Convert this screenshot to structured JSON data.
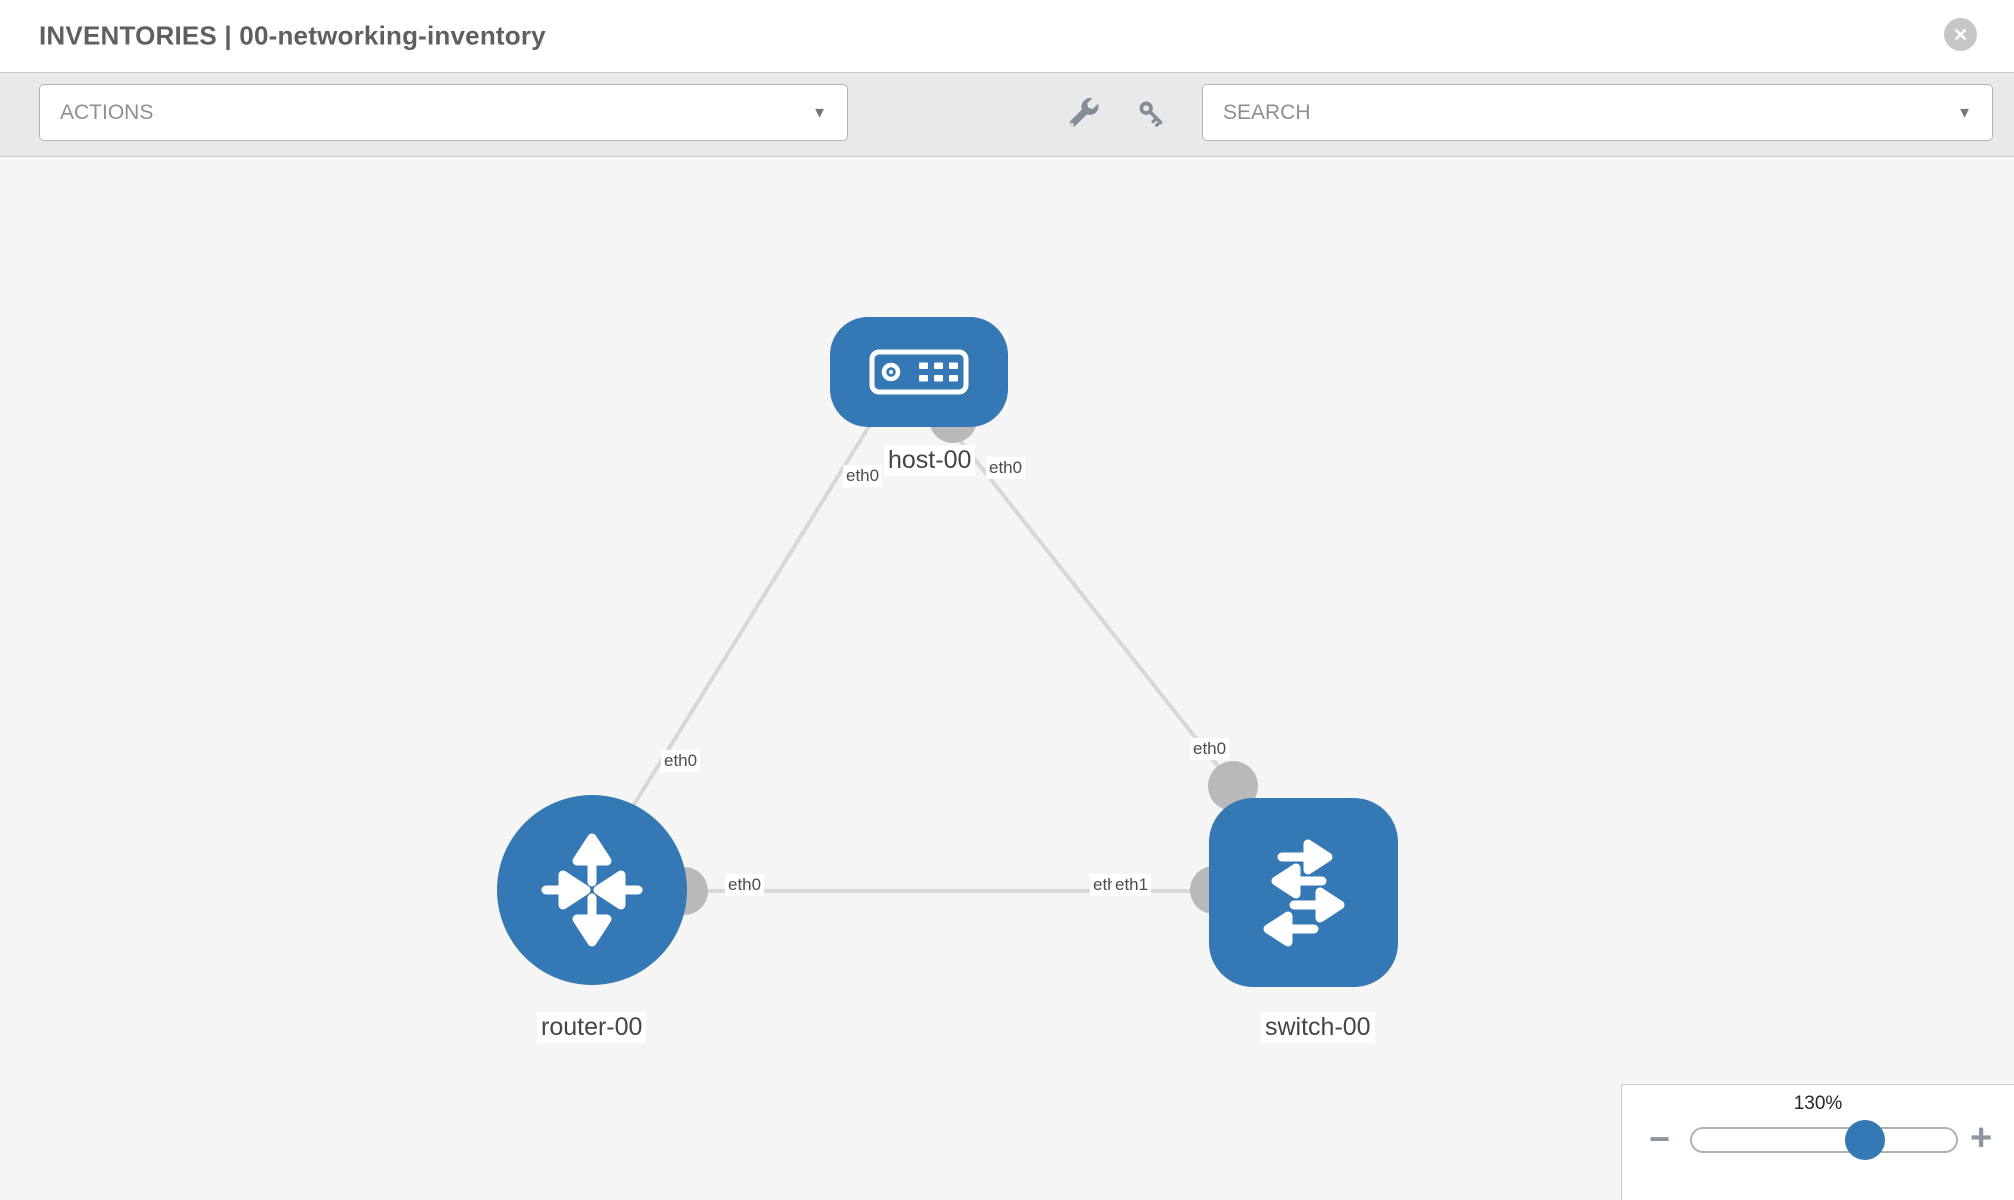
{
  "header": {
    "title": "INVENTORIES | 00-networking-inventory",
    "close_glyph": "✕"
  },
  "toolbar": {
    "actions_label": "ACTIONS",
    "search_label": "SEARCH",
    "caret_glyph": "▼",
    "tool_icons": [
      "wrench-icon",
      "key-icon"
    ]
  },
  "topology": {
    "nodes": [
      {
        "label": "host-00",
        "type": "host",
        "shape": "rounded-rect"
      },
      {
        "label": "router-00",
        "type": "router",
        "shape": "circle"
      },
      {
        "label": "switch-00",
        "type": "switch",
        "shape": "rounded-square"
      }
    ],
    "links": [
      {
        "source": "host-00",
        "source_interface": "eth0",
        "target": "router-00",
        "target_interface": "eth0"
      },
      {
        "source": "host-00",
        "source_interface": "eth0",
        "target": "switch-00",
        "target_interface": "eth0"
      },
      {
        "source": "router-00",
        "source_interface": "eth0",
        "target": "switch-00",
        "target_interface": "eth1"
      }
    ],
    "interface_labels": {
      "host_left": "eth0",
      "host_right": "eth0",
      "router_top": "eth0",
      "switch_top": "eth0",
      "router_right": "eth0",
      "switch_left_under": "eth0",
      "switch_left_over": "eth1"
    },
    "colors": {
      "node_blue": "#3478b6",
      "link_gray": "#d8d8d8",
      "connector_gray": "#b9b9b9",
      "canvas_bg": "#f5f5f6"
    }
  },
  "zoom_control": {
    "percent_label": "130%",
    "minus_glyph": "−",
    "plus_glyph": "+"
  }
}
